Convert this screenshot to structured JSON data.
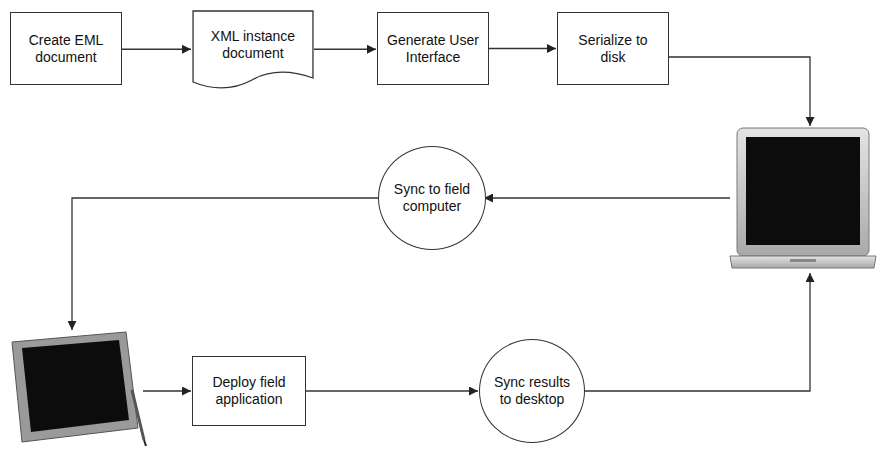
{
  "diagram": {
    "nodes": [
      {
        "text": [
          "Create EML document"
        ]
      },
      {
        "text": [
          "XML instance document"
        ]
      },
      {
        "text": [
          "Generate User Interface"
        ]
      },
      {
        "text": [
          "Serialize to disk"
        ]
      },
      {
        "text": [
          "Sync to field computer"
        ]
      },
      {
        "text": [
          "Deploy field application"
        ]
      },
      {
        "text": [
          "Sync results to desktop"
        ]
      }
    ],
    "edges": [
      {
        "from": 0,
        "to": 1,
        "arrow": "to"
      },
      {
        "from": 1,
        "to": 2,
        "arrow": "to"
      },
      {
        "from": 2,
        "to": 3,
        "arrow": "to"
      }
    ]
  }
}
